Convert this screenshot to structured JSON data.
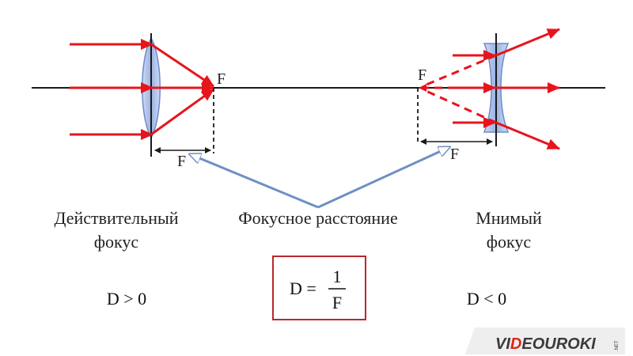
{
  "colors": {
    "ray": "#e8141c",
    "axis": "#1a1a1a",
    "lens_fill": "#9fb8e6",
    "lens_stroke": "#5f7fc0",
    "pointer": "#6f8fc4",
    "formula_border": "#b8282e",
    "brand_dark": "#3a3a3a",
    "brand_red": "#e2231a",
    "brand_bg": "#eeeeee"
  },
  "left_lens": {
    "focus_label": "F",
    "distance_label": "F"
  },
  "right_lens": {
    "focus_label": "F",
    "distance_label": "F"
  },
  "captions": {
    "real_focus": [
      "Действительный",
      "фокус"
    ],
    "focal_length": "Фокусное расстояние",
    "virtual_focus": [
      "Мнимый",
      "фокус"
    ]
  },
  "formulas": {
    "positive": "D > 0",
    "negative": "D < 0",
    "optical_power": {
      "lhs": "D =",
      "numerator": "1",
      "denominator": "F"
    }
  },
  "brand": {
    "part1": "VI",
    "part2": "D",
    "part3": "EOUROKI",
    "suffix": ".NET"
  },
  "icons": {
    "ray_arrow": "arrowhead-icon",
    "pointer_arrow": "arrowhead-icon"
  }
}
